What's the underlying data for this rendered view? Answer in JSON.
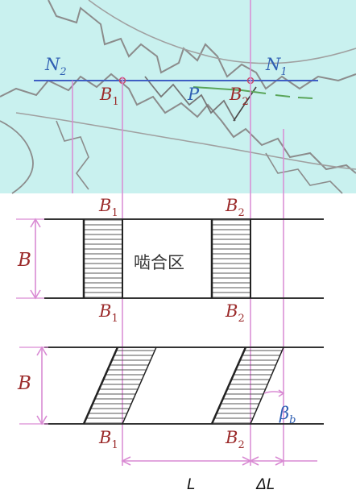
{
  "labels": {
    "n2": {
      "main": "N",
      "sub": "2"
    },
    "n1": {
      "main": "N",
      "sub": "1"
    },
    "b1": {
      "main": "B",
      "sub": "1"
    },
    "b2": {
      "main": "B",
      "sub": "2"
    },
    "pitch_point": "P",
    "face_width": "B",
    "mesh_zone": "啮合区",
    "beta": {
      "main": "β",
      "sub": "b"
    },
    "length": "L",
    "delta_length": "ΔL"
  },
  "colors": {
    "gear_fill": "#c9f1ef",
    "gear_outline": "#8c8c8c",
    "pink_line": "#d98ad3",
    "blue_line": "#3f5fc4",
    "label_red": "#9b2a2a",
    "label_blue": "#2f5fb3",
    "hatch": "#555555"
  }
}
